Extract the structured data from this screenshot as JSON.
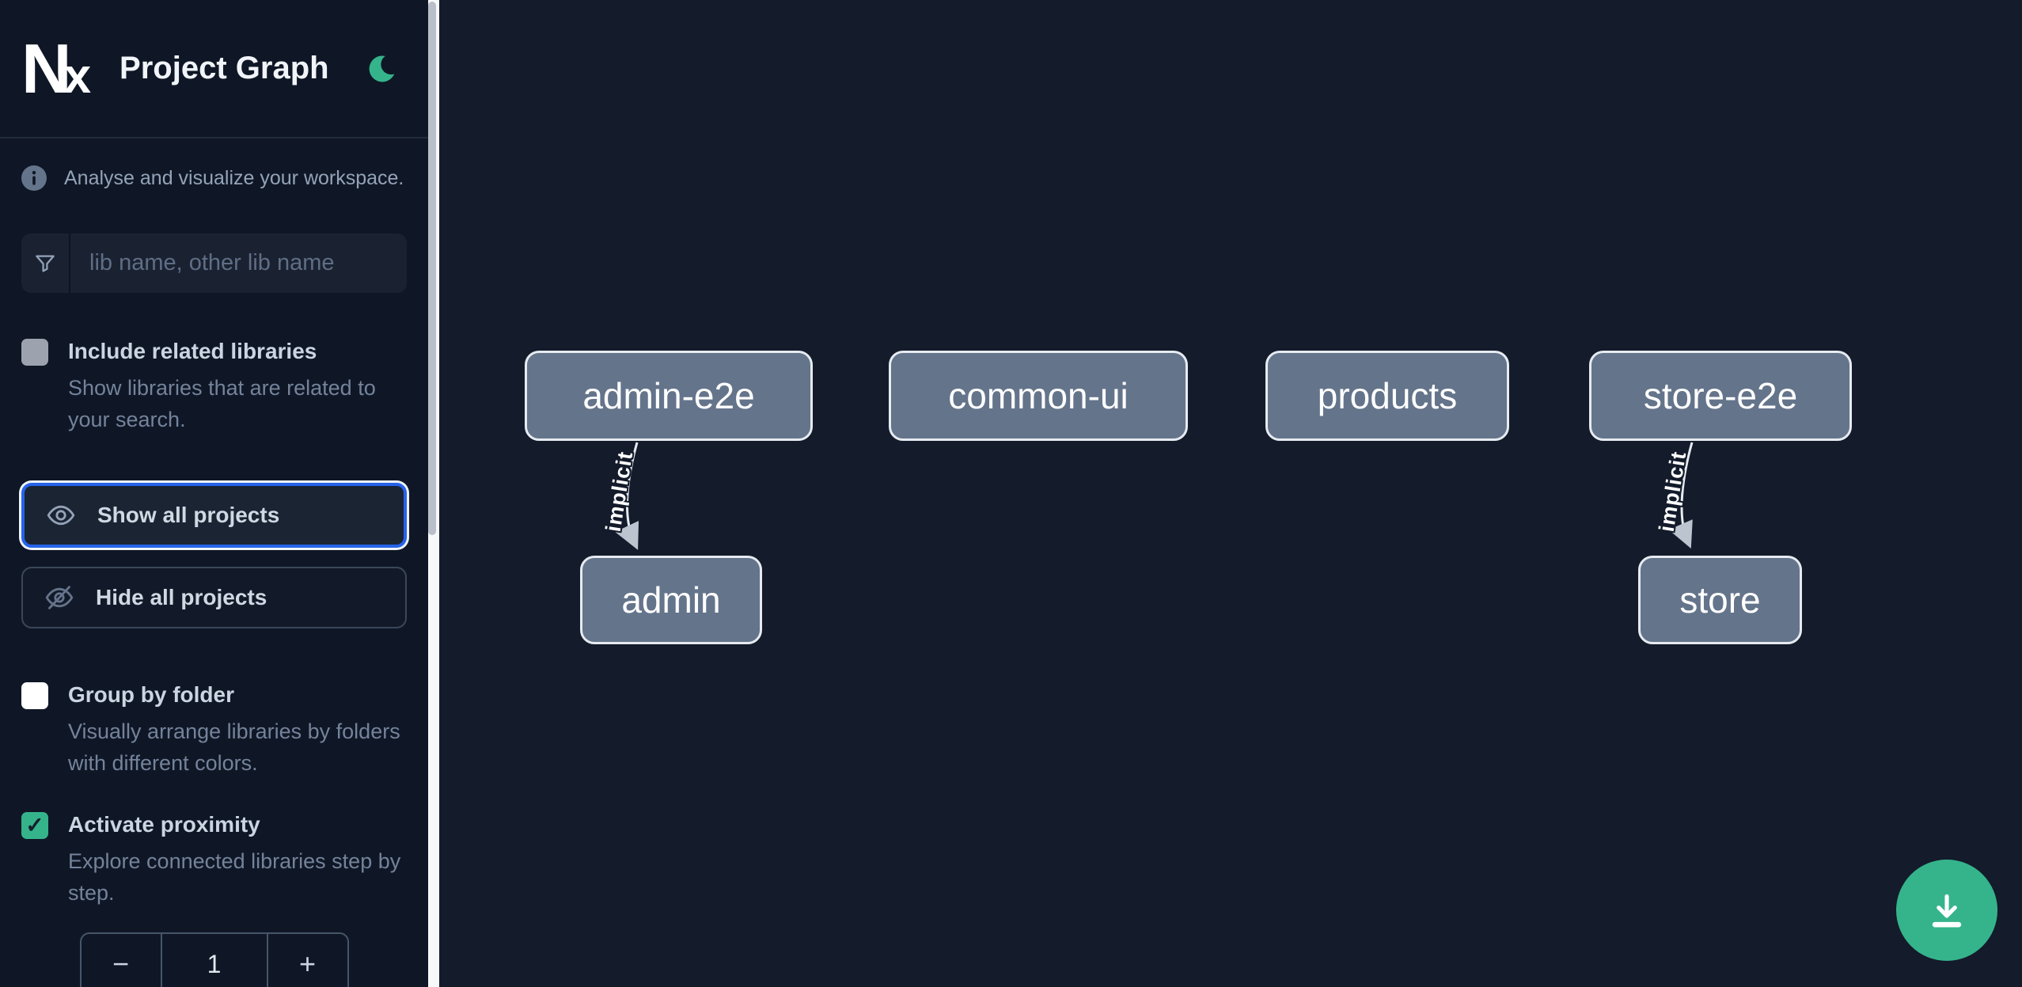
{
  "header": {
    "logo_text": "Nx",
    "title": "Project Graph",
    "theme_icon": "moon-icon"
  },
  "intro": {
    "text": "Analyse and visualize your workspace."
  },
  "search": {
    "placeholder": "lib name, other lib name",
    "value": ""
  },
  "toggles": {
    "include_related": {
      "label": "Include related libraries",
      "description": "Show libraries that are related to your search.",
      "checked": false
    },
    "group_by_folder": {
      "label": "Group by folder",
      "description": "Visually arrange libraries by folders with different colors.",
      "checked": false
    },
    "activate_proximity": {
      "label": "Activate proximity",
      "description": "Explore connected libraries step by step.",
      "checked": true
    }
  },
  "buttons": {
    "show_all": "Show all projects",
    "hide_all": "Hide all projects"
  },
  "stepper": {
    "decrement": "−",
    "value": "1",
    "increment": "+"
  },
  "icons": {
    "check": "✓"
  },
  "graph": {
    "nodes": [
      {
        "label": "admin-e2e"
      },
      {
        "label": "common-ui"
      },
      {
        "label": "products"
      },
      {
        "label": "store-e2e"
      },
      {
        "label": "admin"
      },
      {
        "label": "store"
      }
    ],
    "edges": [
      {
        "from": "admin-e2e",
        "to": "admin",
        "label": "implicit"
      },
      {
        "from": "store-e2e",
        "to": "store",
        "label": "implicit"
      }
    ]
  },
  "colors": {
    "accent_green": "#35b48b",
    "focus_blue": "#2563eb",
    "node_fill": "#64748b",
    "sidebar_bg": "#0f1726",
    "canvas_bg": "#141b2b"
  }
}
